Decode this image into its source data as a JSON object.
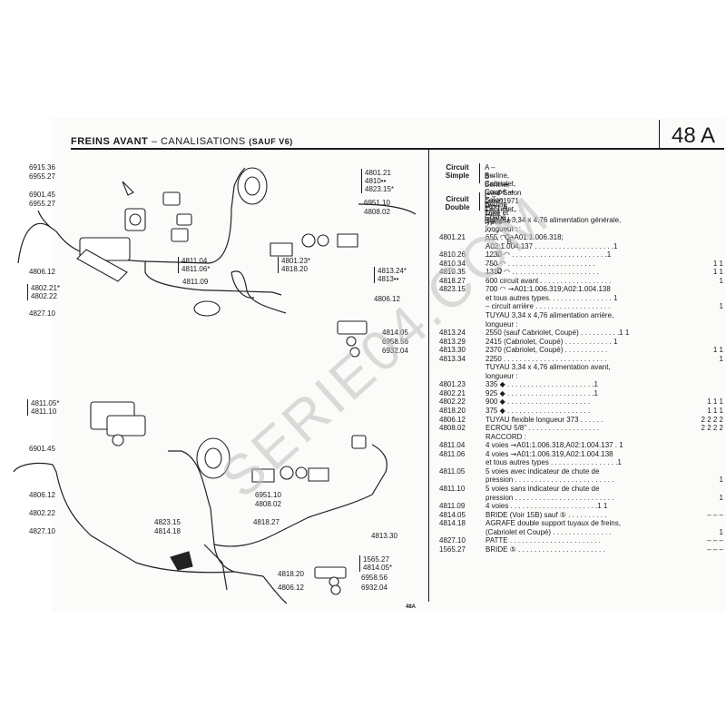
{
  "header": {
    "title": "FREINS AVANT",
    "subtitle": "– CANALISATIONS",
    "note": "(SAUF V6)",
    "page": "48 A"
  },
  "legend": {
    "simple_label": [
      "Circuit",
      "Simple"
    ],
    "double_label": [
      "Circuit",
      "Double"
    ],
    "a": "A – Berline, Cabriolet, Coupé ➞ Salon 1971 A",
    "b1": "B – Berline, (sauf Luxe), Cabriolet, Coupé",
    "b2": "➞ Salon 1971 . . . . . . . . . . . . . . . . . . . . . B",
    "c": "C – Berline Luxe et Utilitaire . . . . . . . . . . . . C",
    "d": "D – Tous types . . . . . . . . . . . . . . . . . . . . . . . D"
  },
  "parts": [
    {
      "ref": "",
      "desc": "TUYAU 3,34 x 4,76 alimentation générale,",
      "q": ""
    },
    {
      "ref": "",
      "desc": "    longueur :",
      "q": ""
    },
    {
      "ref": "4801.21",
      "desc": "655 ◠ ➞A01:1.006.318;",
      "q": ""
    },
    {
      "ref": "",
      "desc": "A02:1.004.137 . . . . . . . . . . . . . . . . . . . .1",
      "q": ""
    },
    {
      "ref": "4810.26",
      "desc": "1230 ◠ . . . . . . . . . . . . . . . . . . . . . . . .1",
      "q": ""
    },
    {
      "ref": "4810.34",
      "desc": "750 ◠ . . . . . . . . . . . . . . . . . . . . . .",
      "q": "1 1"
    },
    {
      "ref": "4810.35",
      "desc": "1310 ◠ . . . . . . . . . . . . . . . . . . . . . .",
      "q": "1 1"
    },
    {
      "ref": "4818.27",
      "desc": "600 circuit avant . . . . . . . . . . . . . . . . . .",
      "q": "1"
    },
    {
      "ref": "4823.15",
      "desc": "700 ◠ ➞A01:1.006.319;A02:1.004.138",
      "q": ""
    },
    {
      "ref": "",
      "desc": "et tous autres types. . . . . . . . . . . . . . . . 1",
      "q": ""
    },
    {
      "ref": "",
      "desc": "– circuit arrière . . . . . . . . . . . . . . . . . . .",
      "q": "1"
    },
    {
      "ref": "",
      "desc": "TUYAU 3,34 x 4,76 alimentation arrière,",
      "q": ""
    },
    {
      "ref": "",
      "desc": "    longueur :",
      "q": ""
    },
    {
      "ref": "4813.24",
      "desc": "2550 (sauf Cabriolet, Coupé) . . . . . . . . . .1 1",
      "q": ""
    },
    {
      "ref": "4813.29",
      "desc": "2415 (Cabriolet, Coupé) . . . . . . . . . . . . 1",
      "q": ""
    },
    {
      "ref": "4813.30",
      "desc": "2370 (Cabriolet, Coupé) . . . . . . . . . . .",
      "q": "1   1"
    },
    {
      "ref": "4813.34",
      "desc": "2250 . . . . . . . . . . . . . . . . . . . . . . . . . .",
      "q": "1"
    },
    {
      "ref": "",
      "desc": "TUYAU 3,34 x 4,76 alimentation avant,",
      "q": ""
    },
    {
      "ref": "",
      "desc": "    longueur :",
      "q": ""
    },
    {
      "ref": "4801.23",
      "desc": "335 ◆ . . . . . . . . . . . . . . . . . . . . . .1",
      "q": ""
    },
    {
      "ref": "4802.21",
      "desc": "925 ◆ . . . . . . . . . . . . . . . . . . . . . .1",
      "q": ""
    },
    {
      "ref": "4802.22",
      "desc": "900 ◆ . . . . . . . . . . . . . . . . . . . . .",
      "q": "1 1 1"
    },
    {
      "ref": "4818.20",
      "desc": "375 ◆ . . . . . . . . . . . . . . . . . . . . .",
      "q": "1 1 1"
    },
    {
      "ref": "4806.12",
      "desc": "TUYAU flexible longueur 373 . . . . . .",
      "q": "2 2 2 2"
    },
    {
      "ref": "4808.02",
      "desc": "ECROU 5/8\" . . . . . . . . . . . . . . . . . .",
      "q": "2 2 2 2"
    },
    {
      "ref": "",
      "desc": "RACCORD :",
      "q": ""
    },
    {
      "ref": "4811.04",
      "desc": "4 voies ➞A01:1.006.318,A02:1.004.137 . 1",
      "q": ""
    },
    {
      "ref": "4811.06",
      "desc": "4 voies ➞A01:1.006.319,A02:1.004.138",
      "q": ""
    },
    {
      "ref": "",
      "desc": "et tous autres types . . . . . . . . . . . . . . . . .1",
      "q": ""
    },
    {
      "ref": "4811.05",
      "desc": "5 voies avec indicateur de chute de",
      "q": ""
    },
    {
      "ref": "",
      "desc": "pression . . . . . . . . . . . . . . . . . . . . . . . . .",
      "q": "1"
    },
    {
      "ref": "4811.10",
      "desc": "5 voies sans indicateur de chute de",
      "q": ""
    },
    {
      "ref": "",
      "desc": "pression . . . . . . . . . . . . . . . . . . . . . . . . .",
      "q": "1"
    },
    {
      "ref": "4811.09",
      "desc": "4 voies . . . . . . . . . . . . . . . . . . . . . .1 1",
      "q": ""
    },
    {
      "ref": "4814.05",
      "desc": "BRIDE (Voir 15B) sauf ⑤ . . . . . . . . . .",
      "q": "– – –"
    },
    {
      "ref": "4814.18",
      "desc": "AGRAFE double support tuyaux de freins,",
      "q": ""
    },
    {
      "ref": "",
      "desc": "(Cabriolet et Coupé) . . . . . . . . . . . . . . .",
      "q": "1"
    },
    {
      "ref": "4827.10",
      "desc": "PATTE . . . . . . . . . . . . . . . . . . . . . . .",
      "q": "– – –"
    },
    {
      "ref": "1565.27",
      "desc": "BRIDE ⑤ . . . . . . . . . . . . . . . . . . . . . .",
      "q": "– – –"
    }
  ],
  "callouts": {
    "c6915_36": "6915.36",
    "c6955_27a": "6955.27",
    "c6901_45a": "6901.45",
    "c6955_27b": "6955.27",
    "c4806_12a": "4806.12",
    "c4802_21": "4802.21*",
    "c4802_22a": "4802.22",
    "c4827_10a": "4827.10",
    "c4811_04": "4811.04",
    "c4811_06": "4811.06*",
    "c4811_09": "4811.09",
    "c4801_21": "4801.21",
    "c4810": "4810••",
    "c4823_15a": "4823.15*",
    "c6951_10a": "6951.10",
    "c4808_02a": "4808.02",
    "c4801_23": "4801.23*",
    "c4818_20a": "4818.20",
    "c4813_24": "4813.24*",
    "c4813": "4813••",
    "c4806_12b": "4806.12",
    "c4814_05a": "4814.05",
    "c6958_56a": "6958.56",
    "c6932_04a": "6932.04",
    "c4811_05": "4811.05*",
    "c4811_10": "4811.10",
    "c6901_45b": "6901.45",
    "c4806_12c": "4806.12",
    "c4802_22b": "4802.22",
    "c4827_10b": "4827.10",
    "c6951_10b": "6951.10",
    "c4808_02b": "4808.02",
    "c4823_15b": "4823.15",
    "c4814_18": "4814.18",
    "c4818_27": "4818.27",
    "c4813_30": "4813.30",
    "c1565_27": "1565.27",
    "c4814_05b": "4814.05*",
    "c4818_20b": "4818.20",
    "c6958_56b": "6958.56",
    "c6932_04b": "6932.04",
    "c4806_12d": "4806.12"
  },
  "footer": "48A",
  "watermark": "SERIE04.COM"
}
